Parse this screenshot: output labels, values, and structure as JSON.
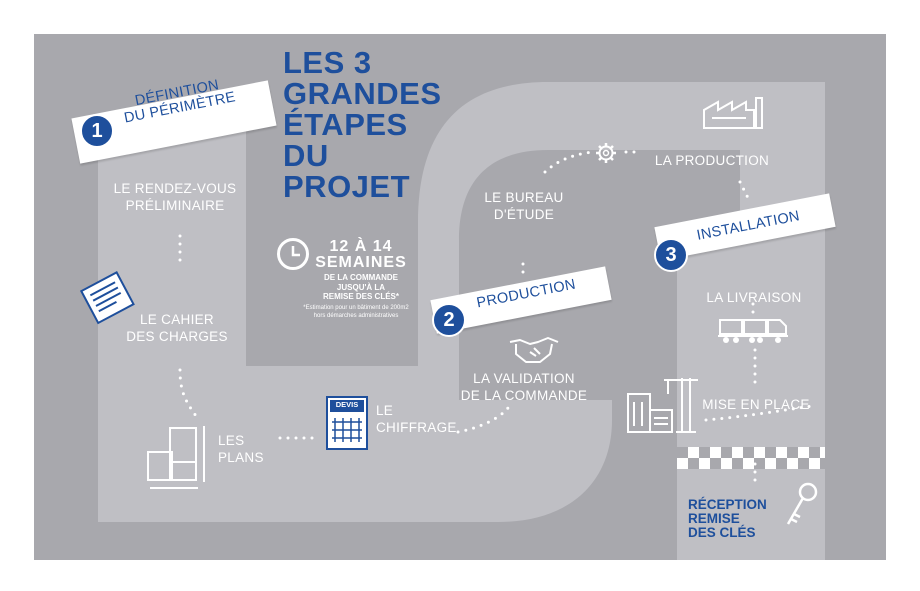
{
  "colors": {
    "background": "#a8a8ad",
    "path": "#bfbfc4",
    "accent": "#1e4f9c",
    "white": "#ffffff"
  },
  "title": [
    "LES 3",
    "GRANDES",
    "ÉTAPES",
    "DU",
    "PROJET"
  ],
  "duration": {
    "headline_1": "12 À 14",
    "headline_2": "SEMAINES",
    "sub_1": "DE LA COMMANDE",
    "sub_2": "JUSQU'À LA",
    "sub_3": "REMISE DES CLÉS*",
    "note_1": "*Estimation pour un bâtiment de 200m2",
    "note_2": "hors démarches administratives"
  },
  "phases": [
    {
      "number": "1",
      "line_1": "DÉFINITION",
      "line_2": "DU PÉRIMÈTRE"
    },
    {
      "number": "2",
      "label": "PRODUCTION"
    },
    {
      "number": "3",
      "label": "INSTALLATION"
    }
  ],
  "steps": {
    "rendezvous": [
      "LE RENDEZ-VOUS",
      "PRÉLIMINAIRE"
    ],
    "cahier": [
      "LE CAHIER",
      "DES CHARGES"
    ],
    "plans": [
      "LES",
      "PLANS"
    ],
    "chiffrage": [
      "LE",
      "CHIFFRAGE"
    ],
    "devis_badge": "DEVIS",
    "validation": [
      "LA VALIDATION",
      "DE LA COMMANDE"
    ],
    "bureau": [
      "LE BUREAU",
      "D'ÉTUDE"
    ],
    "production": "LA PRODUCTION",
    "livraison": "LA LIVRAISON",
    "mise_en_place": "MISE EN PLACE",
    "reception": [
      "RÉCEPTION",
      "REMISE",
      "DES CLÉS"
    ]
  },
  "icons": [
    "clock-icon",
    "document-icon",
    "floor-plan-icon",
    "devis-icon",
    "handshake-icon",
    "gear-icon",
    "factory-icon",
    "truck-icon",
    "crane-building-icon",
    "finish-flag-icon",
    "key-icon"
  ]
}
